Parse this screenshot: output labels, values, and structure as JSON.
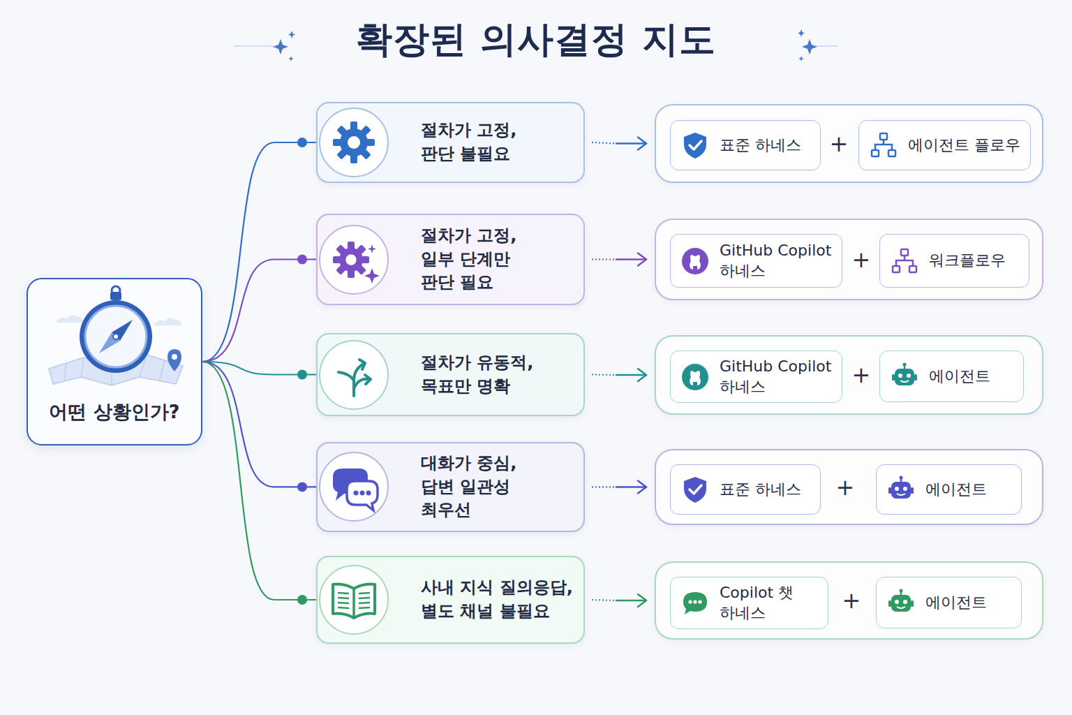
{
  "diagram": {
    "title": "확장된 의사결정 지도",
    "nodes": [
      {
        "text": [
          "어떤 상황인가?"
        ]
      },
      {
        "text": [
          "절차가 고정, 판단 불필요"
        ]
      },
      {
        "text": []
      },
      {
        "text": [
          "표준 하네스"
        ],
        "in": 2
      },
      {
        "text": [
          "에이전트 플로우"
        ],
        "in": 2
      },
      {
        "text": [
          "절차가 고정, 일부 단계만 판단 필요"
        ]
      },
      {
        "text": []
      },
      {
        "text": [
          "GitHub Copilot 하네스"
        ],
        "in": 6
      },
      {
        "text": [
          "워크플로우"
        ],
        "in": 6
      },
      {
        "text": [
          "절차가 유동적, 목표만 명확"
        ]
      },
      {
        "text": []
      },
      {
        "text": [
          "GitHub Copilot 하네스"
        ],
        "in": 10
      },
      {
        "text": [
          "에이전트"
        ],
        "in": 10
      },
      {
        "text": [
          "대화가 중심, 답변 일관성 최우선"
        ]
      },
      {
        "text": []
      },
      {
        "text": [
          "표준 하네스"
        ],
        "in": 14
      },
      {
        "text": [
          "에이전트"
        ],
        "in": 14
      },
      {
        "text": [
          "사내 지식 질의응답, 별도 채널 불필요"
        ]
      },
      {
        "text": []
      },
      {
        "text": [
          "Copilot 챗 하네스"
        ],
        "in": 18
      },
      {
        "text": [
          "에이전트"
        ],
        "in": 18
      }
    ],
    "edges": [
      {
        "from": 0,
        "to": 1,
        "arrow": "none"
      },
      {
        "from": 0,
        "to": 5,
        "arrow": "none"
      },
      {
        "from": 0,
        "to": 9,
        "arrow": "none"
      },
      {
        "from": 0,
        "to": 13,
        "arrow": "none"
      },
      {
        "from": 0,
        "to": 17,
        "arrow": "none"
      },
      {
        "from": 1,
        "to": 2,
        "arrow": "to"
      },
      {
        "from": 5,
        "to": 6,
        "arrow": "to"
      },
      {
        "from": 9,
        "to": 10,
        "arrow": "to"
      },
      {
        "from": 13,
        "to": 14,
        "arrow": "to"
      },
      {
        "from": 17,
        "to": 18,
        "arrow": "to"
      }
    ],
    "labels": [
      "+",
      "+",
      "+",
      "+",
      "+"
    ]
  }
}
